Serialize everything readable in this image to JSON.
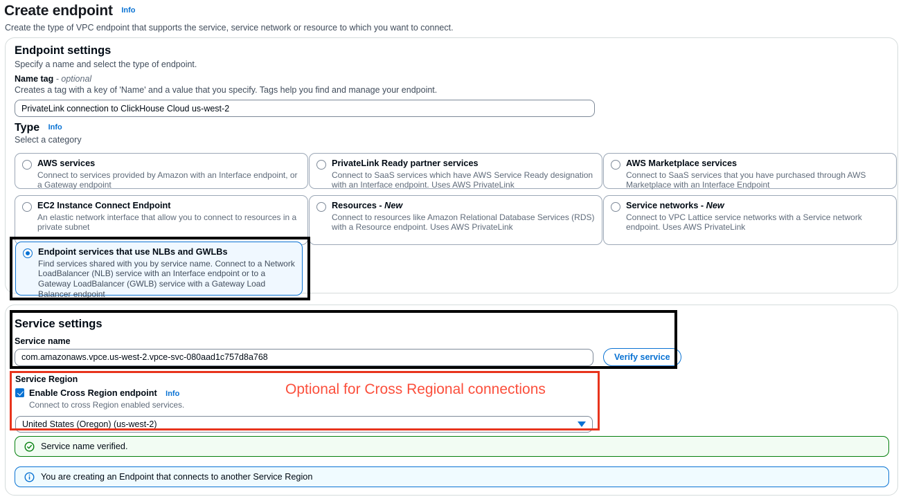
{
  "page": {
    "title": "Create endpoint",
    "info_label": "Info",
    "description": "Create the type of VPC endpoint that supports the service, service network or resource to which you want to connect."
  },
  "endpoint_settings": {
    "title": "Endpoint settings",
    "subtitle": "Specify a name and select the type of endpoint.",
    "name_tag": {
      "label": "Name tag",
      "optional_suffix": "- optional",
      "description": "Creates a tag with a key of 'Name' and a value that you specify. Tags help you find and manage your endpoint.",
      "value": "PrivateLink connection to ClickHouse Cloud us-west-2",
      "placeholder": "Name tag"
    },
    "type": {
      "label": "Type",
      "info_label": "Info",
      "subtitle": "Select a category",
      "options": [
        {
          "title": "AWS services",
          "title_suffix": "",
          "description": "Connect to services provided by Amazon with an Interface endpoint, or a Gateway endpoint",
          "selected": false
        },
        {
          "title": "PrivateLink Ready partner services",
          "title_suffix": "",
          "description": "Connect to SaaS services which have AWS Service Ready designation with an Interface endpoint. Uses AWS PrivateLink",
          "selected": false
        },
        {
          "title": "AWS Marketplace services",
          "title_suffix": "",
          "description": "Connect to SaaS services that you have purchased through AWS Marketplace with an Interface Endpoint",
          "selected": false
        },
        {
          "title": "EC2 Instance Connect Endpoint",
          "title_suffix": "",
          "description": "An elastic network interface that allow you to connect to resources in a private subnet",
          "selected": false
        },
        {
          "title": "Resources - ",
          "title_suffix": "New",
          "description": "Connect to resources like Amazon Relational Database Services (RDS) with a Resource endpoint. Uses AWS PrivateLink",
          "selected": false
        },
        {
          "title": "Service networks - ",
          "title_suffix": "New",
          "description": "Connect to VPC Lattice service networks with a Service network endpoint. Uses AWS PrivateLink",
          "selected": false
        }
      ],
      "selected_option": {
        "title": "Endpoint services that use NLBs and GWLBs",
        "description": "Find services shared with you by service name. Connect to a Network LoadBalancer (NLB) service with an Interface endpoint or to a Gateway LoadBalancer (GWLB) service with a Gateway Load Balancer endpoint",
        "selected": true
      }
    }
  },
  "service_settings": {
    "title": "Service settings",
    "service_name": {
      "label": "Service name",
      "value": "com.amazonaws.vpce.us-west-2.vpce-svc-080aad1c757d8a768",
      "placeholder": "Service name"
    },
    "verify_button": "Verify service",
    "service_region": {
      "label": "Service Region",
      "checkbox_label": "Enable Cross Region endpoint",
      "checkbox_info": "Info",
      "checkbox_description": "Connect to cross Region enabled services.",
      "checkbox_checked": true,
      "select_value": "United States (Oregon) (us-west-2)"
    }
  },
  "annotations": {
    "cross_region_note": "Optional for Cross Regional connections",
    "note_color": "#fb4f3c",
    "box_color": "#e8341c",
    "highlight_color": "#000000"
  },
  "alerts": [
    {
      "type": "success",
      "icon": "check-circle-icon",
      "message": "Service name verified.",
      "color": "#037f0c"
    },
    {
      "type": "info",
      "icon": "info-circle-icon",
      "message": "You are creating an Endpoint that connects to another Service Region",
      "color": "#0972d3"
    }
  ]
}
